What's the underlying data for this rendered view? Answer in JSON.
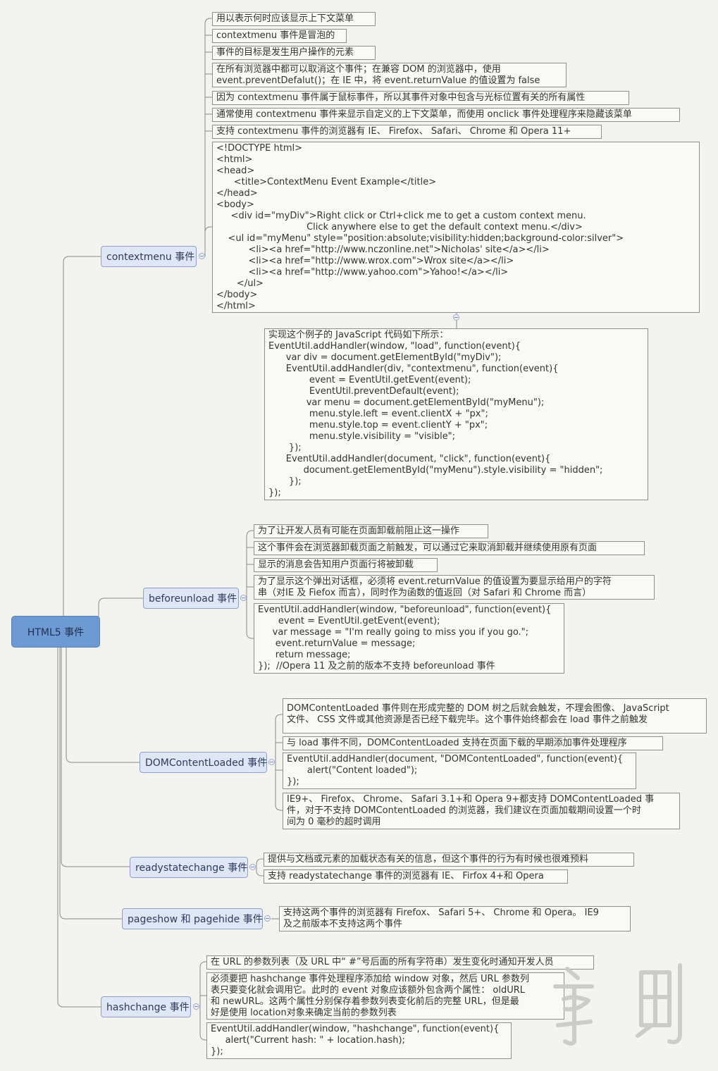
{
  "root": {
    "label": "HTML5 事件"
  },
  "contextmenu": {
    "label": "contextmenu 事件",
    "notes": [
      "用以表示何时应该显示上下文菜单",
      "contextmenu 事件是冒泡的",
      "事件的目标是发生用户操作的元素",
      "在所有浏览器中都可以取消这个事件；在兼容 DOM 的浏览器中，使用\nevent.preventDefalut()；在 IE 中，将 event.returnValue 的值设置为 false",
      "因为 contextmenu 事件属于鼠标事件，所以其事件对象中包含与光标位置有关的所有属性",
      "通常使用 contextmenu 事件来显示自定义的上下文菜单，而使用 onclick 事件处理程序来隐藏该菜单",
      "支持 contextmenu 事件的浏览器有 IE、 Firefox、 Safari、 Chrome 和 Opera 11+",
      "<!DOCTYPE html>\n<html>\n<head>\n      <title>ContextMenu Event Example</title>\n</head>\n<body>\n     <div id=\"myDiv\">Right click or Ctrl+click me to get a custom context menu.\n                               Click anywhere else to get the default context menu.</div>\n    <ul id=\"myMenu\" style=\"position:absolute;visibility:hidden;background-color:silver\">\n           <li><a href=\"http://www.nczonline.net\">Nicholas' site</a></li>\n           <li><a href=\"http://www.wrox.com\">Wrox site</a></li>\n           <li><a href=\"http://www.yahoo.com\">Yahoo!</a></li>\n       </ul>\n</body>\n</html>"
    ],
    "subnote": "实现这个例子的 JavaScript 代码如下所示：\nEventUtil.addHandler(window, \"load\", function(event){\n      var div = document.getElementById(\"myDiv\");\n      EventUtil.addHandler(div, \"contextmenu\", function(event){\n              event = EventUtil.getEvent(event);\n              EventUtil.preventDefault(event);\n             var menu = document.getElementById(\"myMenu\");\n              menu.style.left = event.clientX + \"px\";\n              menu.style.top = event.clientY + \"px\";\n              menu.style.visibility = \"visible\";\n       });\n      EventUtil.addHandler(document, \"click\", function(event){\n            document.getElementById(\"myMenu\").style.visibility = \"hidden\";\n       });\n});"
  },
  "beforeunload": {
    "label": "beforeunload 事件",
    "notes": [
      "为了让开发人员有可能在页面卸载前阻止这一操作",
      "这个事件会在浏览器卸载页面之前触发，可以通过它来取消卸载并继续使用原有页面",
      "显示的消息会告知用户页面行将被卸载",
      "为了显示这个弹出对话框，必须将 event.returnValue 的值设置为要显示给用户的字符\n串（对IE 及 Fiefox 而言），同时作为函数的值返回（对 Safari 和 Chrome 而言）",
      "EventUtil.addHandler(window, \"beforeunload\", function(event){\n       event = EventUtil.getEvent(event);\n     var message = \"I'm really going to miss you if you go.\";\n      event.returnValue = message;\n      return message;\n});  //Opera 11 及之前的版本不支持 beforeunload 事件"
    ]
  },
  "domcontentloaded": {
    "label": "DOMContentLoaded 事件",
    "notes": [
      "DOMContentLoaded 事件则在形成完整的 DOM 树之后就会触发，不理会图像、 JavaScript\n文件、 CSS 文件或其他资源是否已经下载完毕。这个事件始终都会在 load 事件之前触发",
      "与 load 事件不同，DOMContentLoaded 支持在页面下载的早期添加事件处理程序",
      "EventUtil.addHandler(document, \"DOMContentLoaded\", function(event){\n       alert(\"Content loaded\");\n});",
      "IE9+、 Firefox、 Chrome、 Safari 3.1+和 Opera 9+都支持 DOMContentLoaded 事\n件，对于不支持 DOMContentLoaded 的浏览器，我们建议在页面加载期间设置一个时\n间为 0 毫秒的超时调用"
    ]
  },
  "readystatechange": {
    "label": "readystatechange 事件",
    "notes": [
      "提供与文档或元素的加载状态有关的信息，但这个事件的行为有时候也很难预料",
      "支持 readystatechange 事件的浏览器有 IE、 Firfox 4+和 Opera"
    ]
  },
  "pageshow": {
    "label": "pageshow 和 pagehide 事件",
    "notes": [
      "支持这两个事件的浏览器有 Firefox、 Safari 5+、 Chrome 和 Opera。 IE9\n及之前版本不支持这两个事件"
    ]
  },
  "hashchange": {
    "label": "hashchange 事件",
    "notes": [
      "在 URL 的参数列表（及 URL 中“ #”号后面的所有字符串）发生变化时通知开发人员",
      "必须要把 hashchange 事件处理程序添加给 window 对象，然后 URL 参数列\n表只要变化就会调用它。此时的 event 对象应该额外包含两个属性： oldURL\n和 newURL。这两个属性分别保存着参数列表变化前后的完整 URL，但是最\n好是使用 location对象来确定当前的参数列表",
      "EventUtil.addHandler(window, \"hashchange\", function(event){\n     alert(\"Current hash: \" + location.hash);\n});"
    ]
  },
  "colors": {
    "background": "#f3f3ef",
    "root": "#6d9ad3",
    "topic": "#dfe6f6",
    "line": "#8a8a8a"
  }
}
